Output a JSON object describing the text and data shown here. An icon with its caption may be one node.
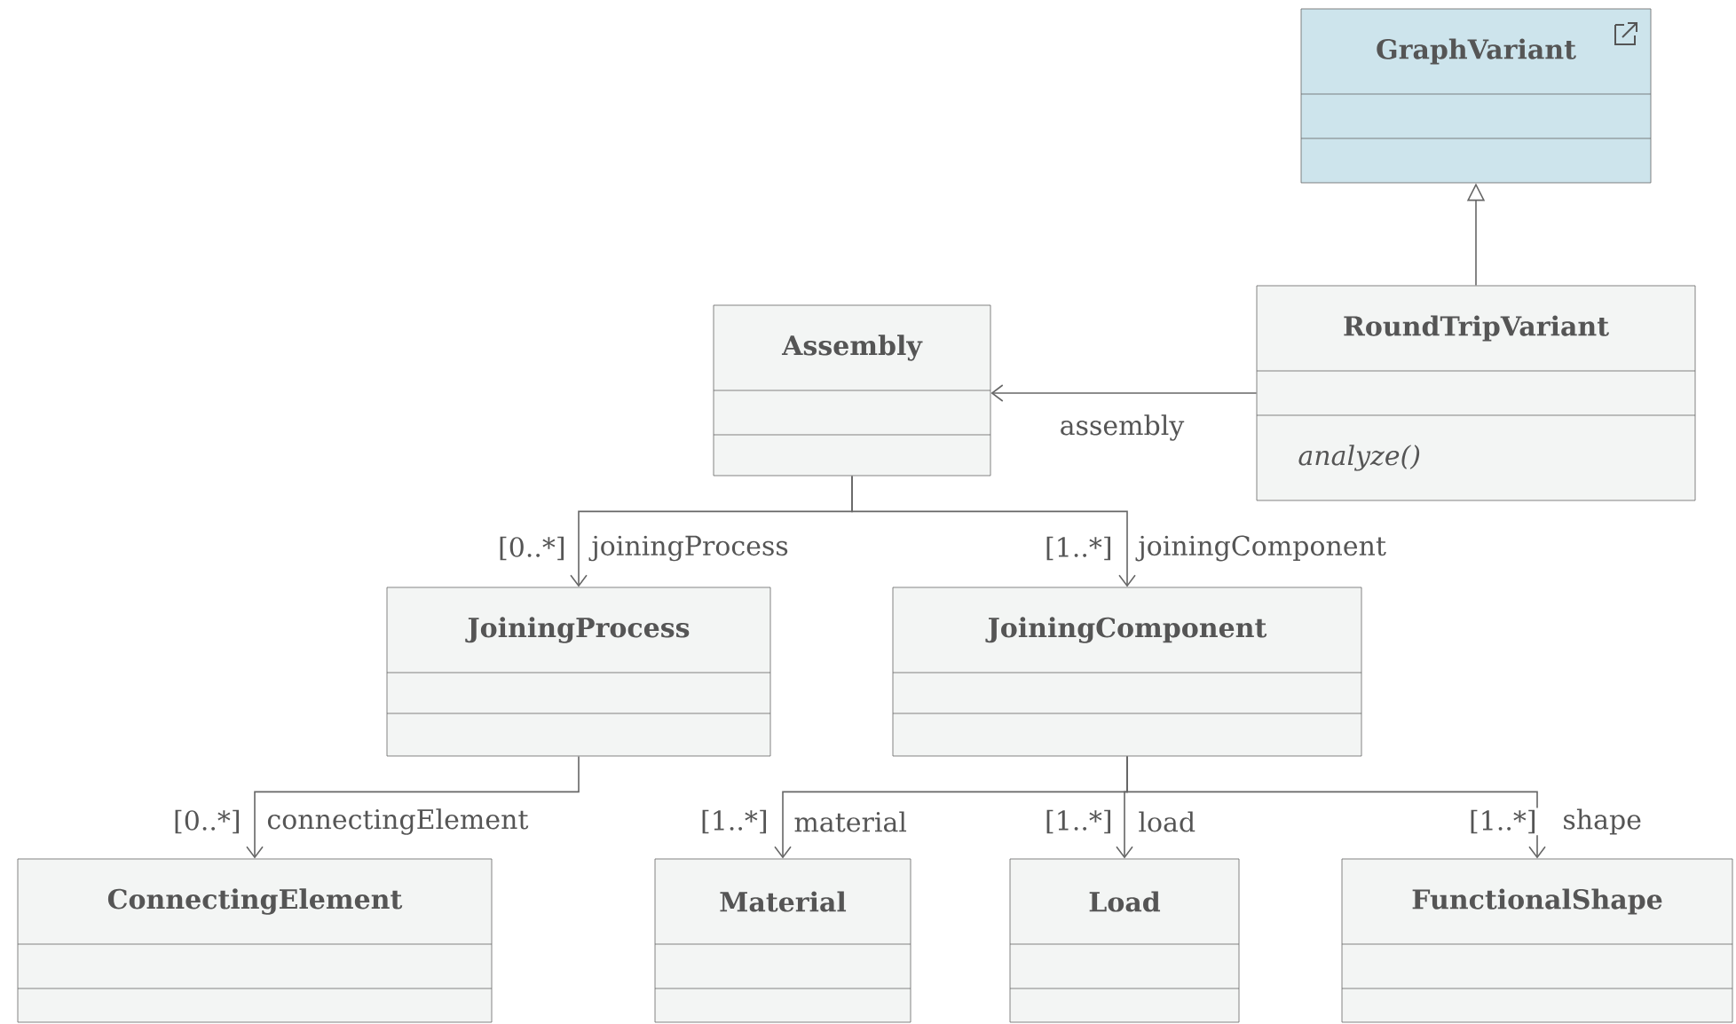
{
  "diagram": {
    "nodes": [
      {
        "text": [
          "GraphVariant"
        ]
      },
      {
        "text": [
          "Assembly"
        ]
      },
      {
        "text": [
          "RoundTripVariant",
          "analyze()"
        ]
      },
      {
        "text": [
          "JoiningProcess"
        ]
      },
      {
        "text": [
          "JoiningComponent"
        ]
      },
      {
        "text": [
          "ConnectingElement"
        ]
      },
      {
        "text": [
          "Material"
        ]
      },
      {
        "text": [
          "Load"
        ]
      },
      {
        "text": [
          "FunctionalShape"
        ]
      }
    ],
    "edges": [
      {
        "from": 2,
        "to": 0,
        "arrow": "to"
      },
      {
        "from": 2,
        "to": 1,
        "arrow": "to",
        "label": "assembly"
      },
      {
        "from": 1,
        "to": 3,
        "arrow": "to",
        "label": "joiningProcess"
      },
      {
        "from": 1,
        "to": 4,
        "arrow": "to",
        "label": "joiningComponent"
      },
      {
        "from": 3,
        "to": 5,
        "arrow": "to",
        "label": "connectingElement"
      },
      {
        "from": 4,
        "to": 6,
        "arrow": "to",
        "label": "material"
      },
      {
        "from": 4,
        "to": 7,
        "arrow": "to",
        "label": "load"
      },
      {
        "from": 4,
        "to": 8,
        "arrow": "to",
        "label": "shape"
      }
    ],
    "labels": [
      "[0..*]",
      "[1..*]",
      "[0..*]",
      "[1..*]",
      "[1..*]",
      "[1..*]"
    ]
  }
}
